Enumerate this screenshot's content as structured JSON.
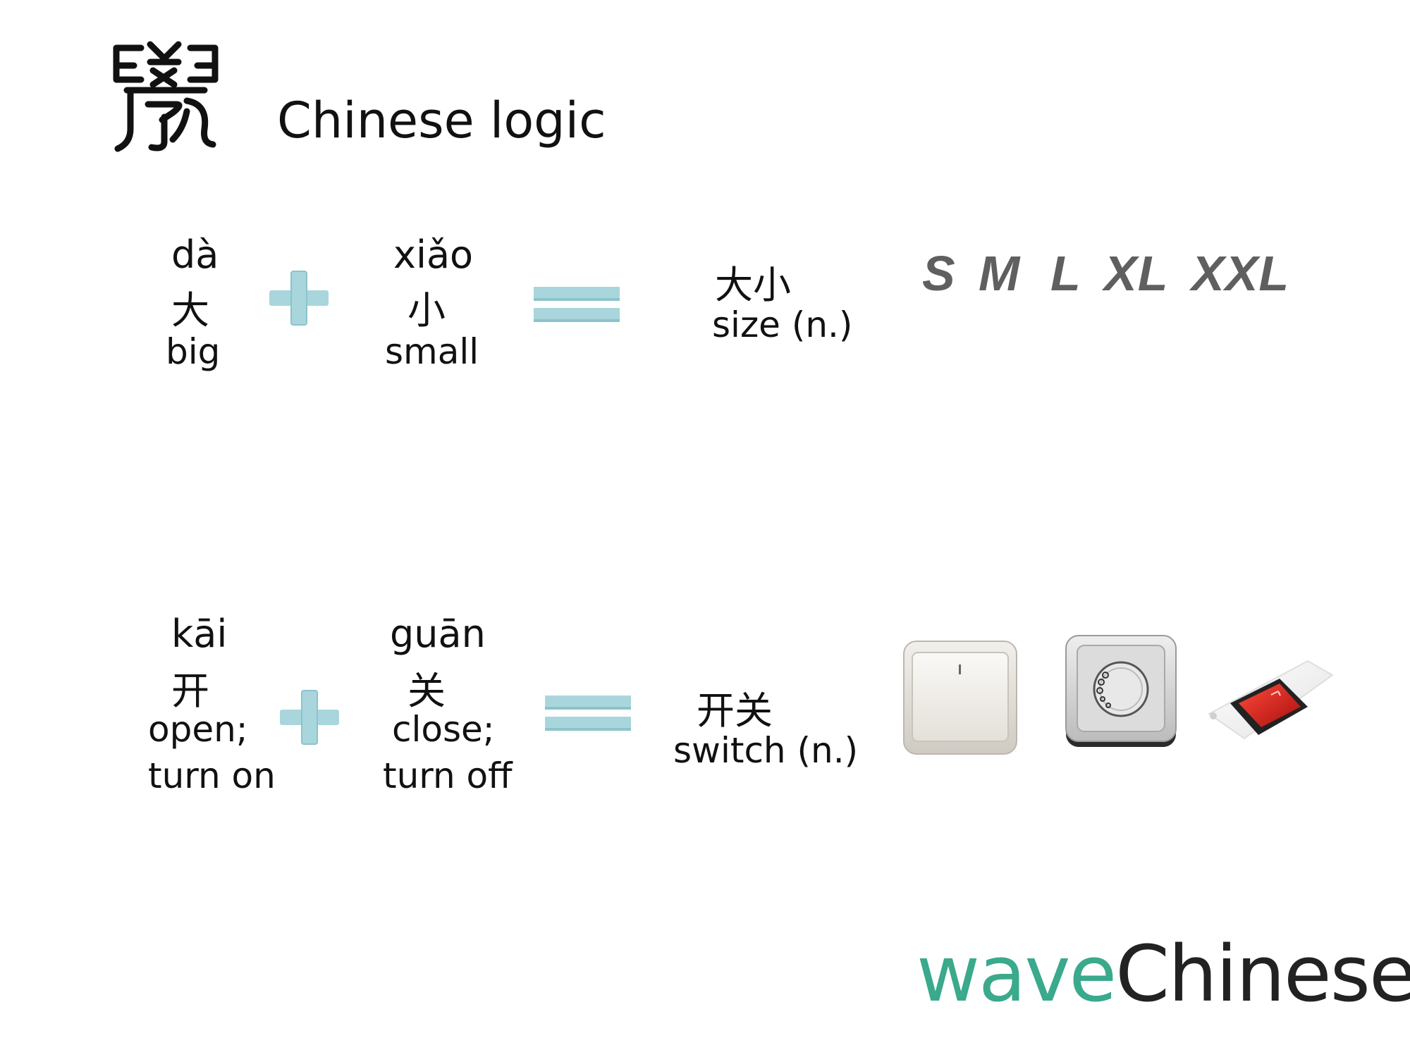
{
  "header": {
    "title": "Chinese logic"
  },
  "row1": {
    "word1": {
      "pinyin": "dà",
      "hanzi": "大",
      "gloss": "big"
    },
    "word2": {
      "pinyin": "xiǎo",
      "hanzi": "小",
      "gloss": "small"
    },
    "result": {
      "hanzi": "大小",
      "gloss": "size (n.)"
    },
    "sizes": [
      "S",
      "M",
      "L",
      "XL",
      "XXL"
    ]
  },
  "row2": {
    "word1": {
      "pinyin": "kāi",
      "hanzi": "开",
      "gloss1": "open;",
      "gloss2": "turn on"
    },
    "word2": {
      "pinyin": "guān",
      "hanzi": "关",
      "gloss1": "close;",
      "gloss2": "turn off"
    },
    "result": {
      "hanzi": "开关",
      "gloss": "switch (n.)"
    }
  },
  "brand": {
    "wave": "wave",
    "chinese": "Chinese"
  },
  "colors": {
    "operator": "#a9d6dc",
    "operator_shadow": "#8cc3ca",
    "brand_green": "#3aa98c",
    "size_gray": "#5f5f5f",
    "rocker_red": "#d2201c"
  },
  "icons": [
    "seal-character-icon",
    "plus-icon",
    "equals-icon",
    "light-switch-icon",
    "dimmer-switch-icon",
    "red-rocker-switch-icon"
  ]
}
